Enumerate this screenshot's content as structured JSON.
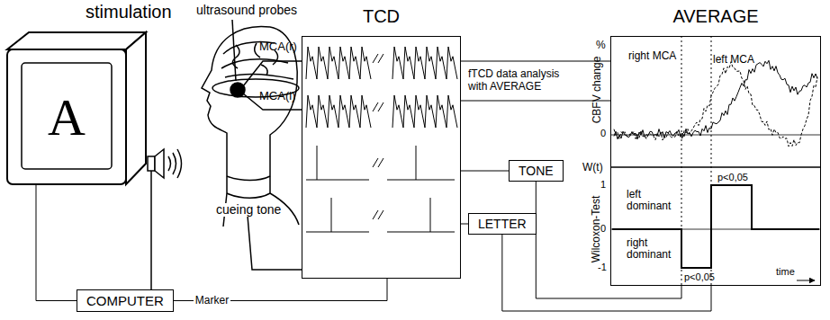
{
  "diagram": {
    "nodes": [
      {
        "text": [
          "A"
        ]
      },
      {
        "text": [
          "COMPUTER"
        ]
      },
      {
        "text": [
          "TCD"
        ]
      },
      {
        "text": [
          "AVERAGE"
        ]
      },
      {
        "text": [
          "TONE"
        ]
      },
      {
        "text": [
          "LETTER"
        ]
      }
    ],
    "edges": [
      {
        "from": 1,
        "to": 0,
        "arrow": "none"
      },
      {
        "from": 1,
        "to": 2,
        "label": "Marker",
        "arrow": "none"
      },
      {
        "from": 2,
        "to": 3,
        "label": "fTCD data analysis with AVERAGE",
        "arrow": "none"
      },
      {
        "from": 2,
        "to": 4,
        "arrow": "none"
      },
      {
        "from": 4,
        "to": 3,
        "arrow": "none"
      },
      {
        "from": 2,
        "to": 5,
        "arrow": "none"
      },
      {
        "from": 5,
        "to": 3,
        "arrow": "none"
      }
    ],
    "labels": [
      "stimulation",
      "ultrasound probes",
      "MCA(r)",
      "MCA(l)",
      "cueing tone",
      "%",
      "CBFV change",
      "right MCA",
      "left MCA",
      "0",
      "W(t)",
      "Wilcoxon-Test",
      "1",
      "left dominant",
      "0",
      "right dominant",
      "-1",
      "p<0,05",
      "p<0,05",
      "time"
    ]
  }
}
